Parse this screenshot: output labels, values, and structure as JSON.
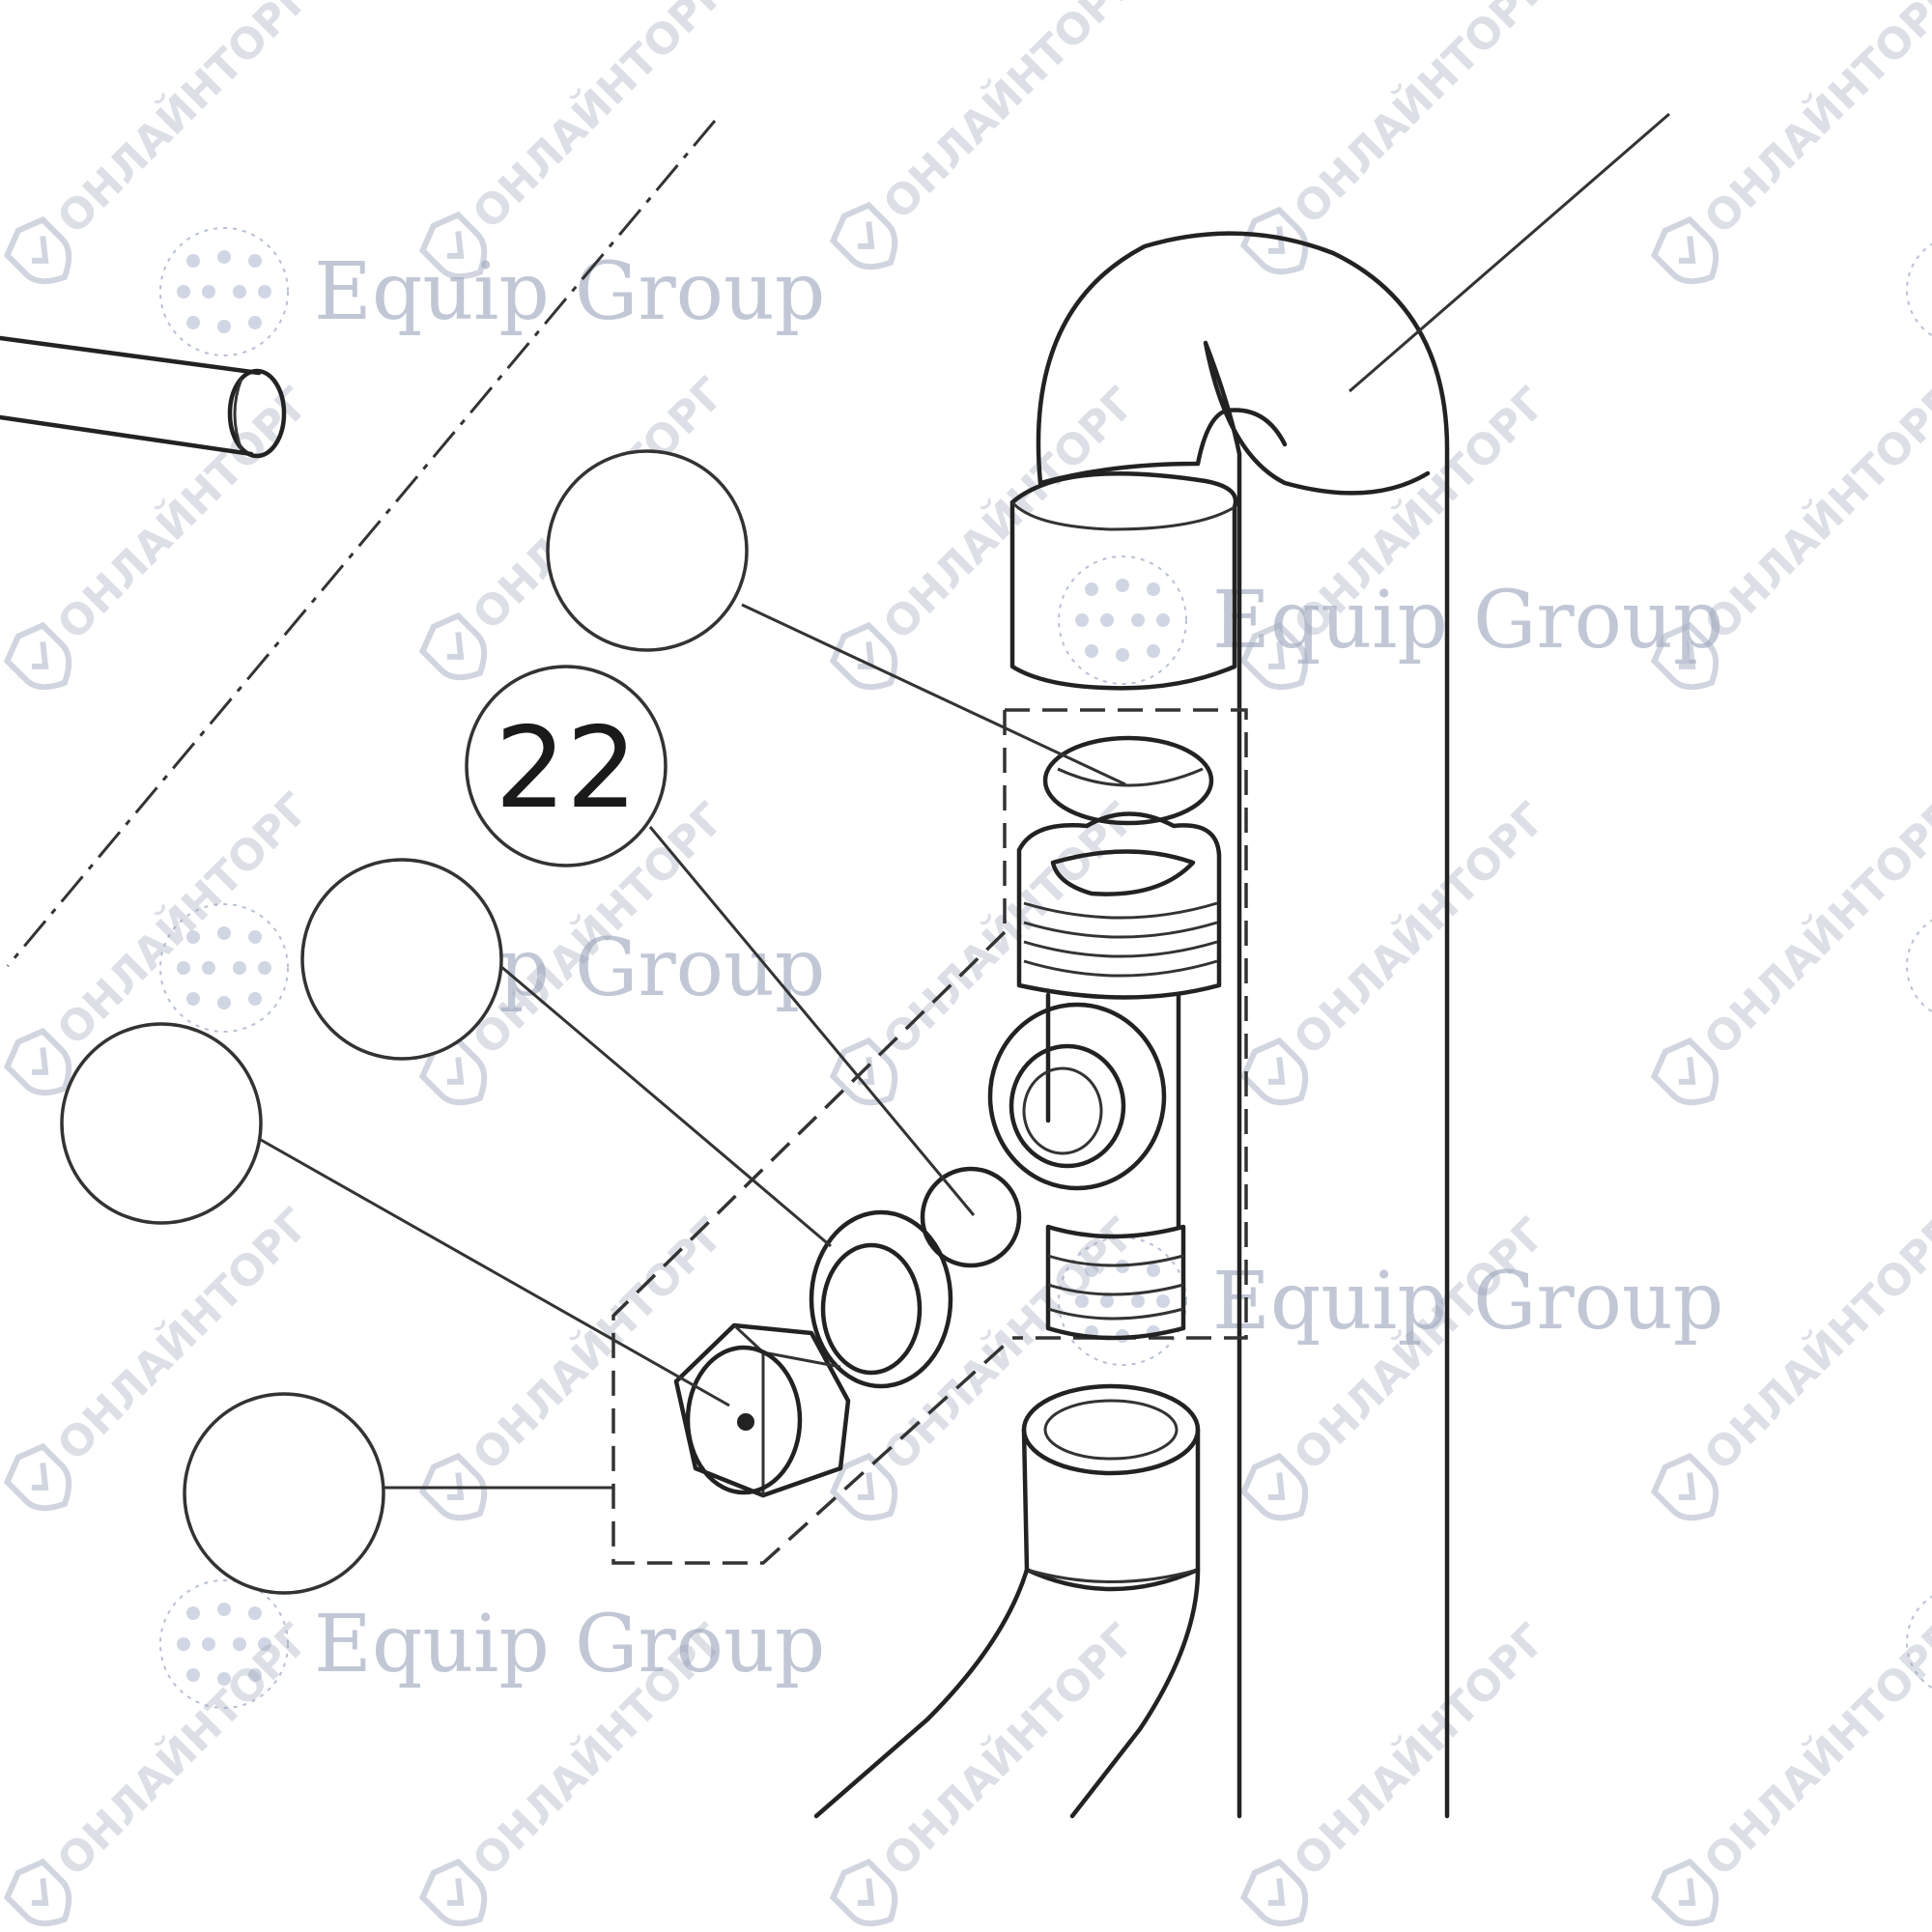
{
  "diagram": {
    "callouts": [
      {
        "id": "c1",
        "label": ""
      },
      {
        "id": "c2",
        "label": "22"
      },
      {
        "id": "c3",
        "label": ""
      },
      {
        "id": "c4",
        "label": ""
      },
      {
        "id": "c5",
        "label": ""
      }
    ]
  },
  "watermarks": {
    "brand_text": "Equip Group",
    "stamp_text": "ОНЛАЙНТОРГ"
  }
}
